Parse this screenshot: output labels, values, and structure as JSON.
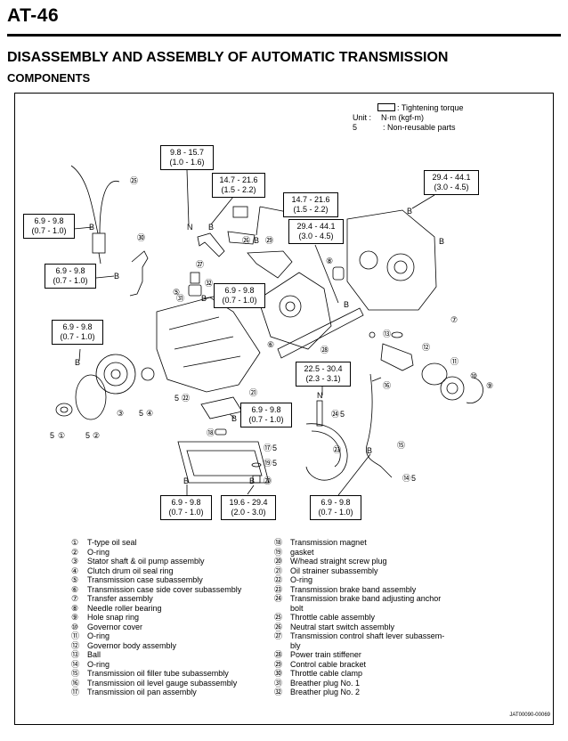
{
  "header": {
    "page_number": "AT-46",
    "title": "DISASSEMBLY AND ASSEMBLY OF AUTOMATIC TRANSMISSION",
    "section": "COMPONENTS"
  },
  "legend": {
    "torque": ": Tightening torque",
    "unit_key": "Unit :",
    "unit_val": "N·m (kgf-m)",
    "nonreuse_key": "5",
    "nonreuse_val": ": Non-reusable parts"
  },
  "callouts": [
    {
      "id": "c1",
      "line1": "9.8 - 15.7",
      "line2": "(1.0 - 1.6)"
    },
    {
      "id": "c2",
      "line1": "14.7 - 21.6",
      "line2": "(1.5 - 2.2)"
    },
    {
      "id": "c3",
      "line1": "14.7 - 21.6",
      "line2": "(1.5 - 2.2)"
    },
    {
      "id": "c4",
      "line1": "29.4 - 44.1",
      "line2": "(3.0 - 4.5)"
    },
    {
      "id": "c5",
      "line1": "29.4 - 44.1",
      "line2": "(3.0 - 4.5)"
    },
    {
      "id": "c6",
      "line1": "6.9 - 9.8",
      "line2": "(0.7 - 1.0)"
    },
    {
      "id": "c7",
      "line1": "6.9 - 9.8",
      "line2": "(0.7 - 1.0)"
    },
    {
      "id": "c8",
      "line1": "6.9 - 9.8",
      "line2": "(0.7 - 1.0)"
    },
    {
      "id": "c9",
      "line1": "6.9 - 9.8",
      "line2": "(0.7 - 1.0)"
    },
    {
      "id": "c10",
      "line1": "22.5 - 30.4",
      "line2": "(2.3 - 3.1)"
    },
    {
      "id": "c11",
      "line1": "6.9 - 9.8",
      "line2": "(0.7 - 1.0)"
    },
    {
      "id": "c12",
      "line1": "6.9 - 9.8",
      "line2": "(0.7 - 1.0)"
    },
    {
      "id": "c13",
      "line1": "19.6 - 29.4",
      "line2": "(2.0 - 3.0)"
    },
    {
      "id": "c14",
      "line1": "6.9 - 9.8",
      "line2": "(0.7 - 1.0)"
    }
  ],
  "diagram_labels": {
    "bolt_b": "B",
    "bolt_n": "N",
    "nonreuse_mark": "5",
    "n1": "①",
    "n2": "②",
    "n3": "③",
    "n4": "④",
    "n5": "⑤",
    "n6": "⑥",
    "n7": "⑦",
    "n8": "⑧",
    "n9": "⑨",
    "n10": "⑩",
    "n11": "⑪",
    "n12": "⑫",
    "n13": "⑬",
    "n14": "⑭",
    "n15": "⑮",
    "n16": "⑯",
    "n17": "⑰",
    "n18": "⑱",
    "n19": "⑲",
    "n20": "⑳",
    "n21": "㉑",
    "n22": "㉒",
    "n23": "㉓",
    "n24": "㉔",
    "n25": "㉕",
    "n26": "㉖",
    "n27": "㉗",
    "n28": "㉘",
    "n29": "㉙",
    "n30": "㉚",
    "n31": "㉛",
    "n32": "㉜"
  },
  "parts_left": [
    {
      "num": "①",
      "name": "T-type oil seal"
    },
    {
      "num": "②",
      "name": "O-ring"
    },
    {
      "num": "③",
      "name": "Stator shaft & oil pump assembly"
    },
    {
      "num": "④",
      "name": "Clutch drum oil seal ring"
    },
    {
      "num": "⑤",
      "name": "Transmission case subassembly"
    },
    {
      "num": "⑥",
      "name": "Transmission case side cover subassembly"
    },
    {
      "num": "⑦",
      "name": "Transfer assembly"
    },
    {
      "num": "⑧",
      "name": "Needle roller bearing"
    },
    {
      "num": "⑨",
      "name": "Hole snap ring"
    },
    {
      "num": "⑩",
      "name": "Governor cover"
    },
    {
      "num": "⑪",
      "name": "O-ring"
    },
    {
      "num": "⑫",
      "name": "Governor body  assembly"
    },
    {
      "num": "⑬",
      "name": "Ball"
    },
    {
      "num": "⑭",
      "name": "O-ring"
    },
    {
      "num": "⑮",
      "name": "Transmission oil filler tube  subassembly"
    },
    {
      "num": "⑯",
      "name": "Transmission oil level gauge subassembly"
    },
    {
      "num": "⑰",
      "name": "Transmission oil pan assembly"
    }
  ],
  "parts_right": [
    {
      "num": "⑱",
      "name": "Transmission magnet"
    },
    {
      "num": "⑲",
      "name": "gasket"
    },
    {
      "num": "⑳",
      "name": "W/head straight screw plug"
    },
    {
      "num": "㉑",
      "name": "Oil strainer subassembly"
    },
    {
      "num": "㉒",
      "name": "O-ring"
    },
    {
      "num": "㉓",
      "name": "Transmission brake band assembly"
    },
    {
      "num": "㉔",
      "name": "Transmission brake band adjusting anchor"
    },
    {
      "num": "",
      "name": "bolt"
    },
    {
      "num": "㉕",
      "name": "Throttle cable assembly"
    },
    {
      "num": "㉖",
      "name": "Neutral start switch assembly"
    },
    {
      "num": "㉗",
      "name": "Transmission control shaft lever subassem-"
    },
    {
      "num": "",
      "name": "bly"
    },
    {
      "num": "㉘",
      "name": "Power train stiffener"
    },
    {
      "num": "㉙",
      "name": "Control cable bracket"
    },
    {
      "num": "㉚",
      "name": "Throttle cable clamp"
    },
    {
      "num": "㉛",
      "name": "Breather plug No. 1"
    },
    {
      "num": "㉜",
      "name": "Breather plug No. 2"
    }
  ],
  "footer": {
    "doc_code": "JAT00090-00069"
  }
}
